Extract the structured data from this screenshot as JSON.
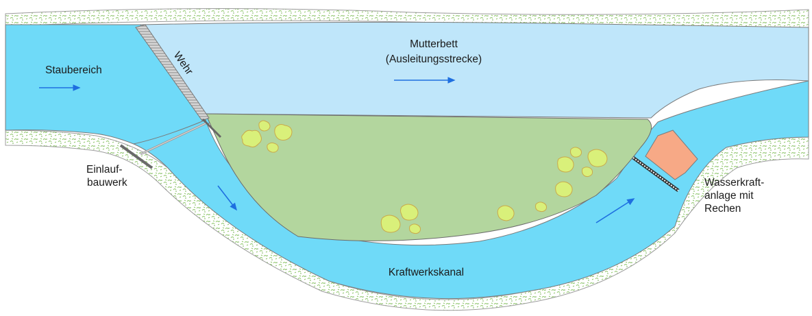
{
  "labels": {
    "staubereich": "Staubereich",
    "mutterbett": "Mutterbett",
    "ausleitung": "(Ausleitungsstrecke)",
    "wehr": "Wehr",
    "einlauf_1": "Einlauf-",
    "einlauf_2": "bauwerk",
    "kanal": "Kraftwerkskanal",
    "wka_1": "Wasserkraft-",
    "wka_2": "anlage mit",
    "wka_3": "Rechen"
  },
  "colors": {
    "water": "#6fdaf8",
    "mutterbett_water": "#bfe6fa",
    "island": "#b3d69e",
    "bank_texture": "#8fc76b",
    "arrow": "#1e6fe0",
    "shrub": "#d9f07a",
    "powerhouse": "#f7a986",
    "weir": "#c8c8c8"
  },
  "icons": {
    "flow_arrow": "arrow-right-icon",
    "shrub": "shrub-icon",
    "rake": "trash-rack-icon"
  }
}
